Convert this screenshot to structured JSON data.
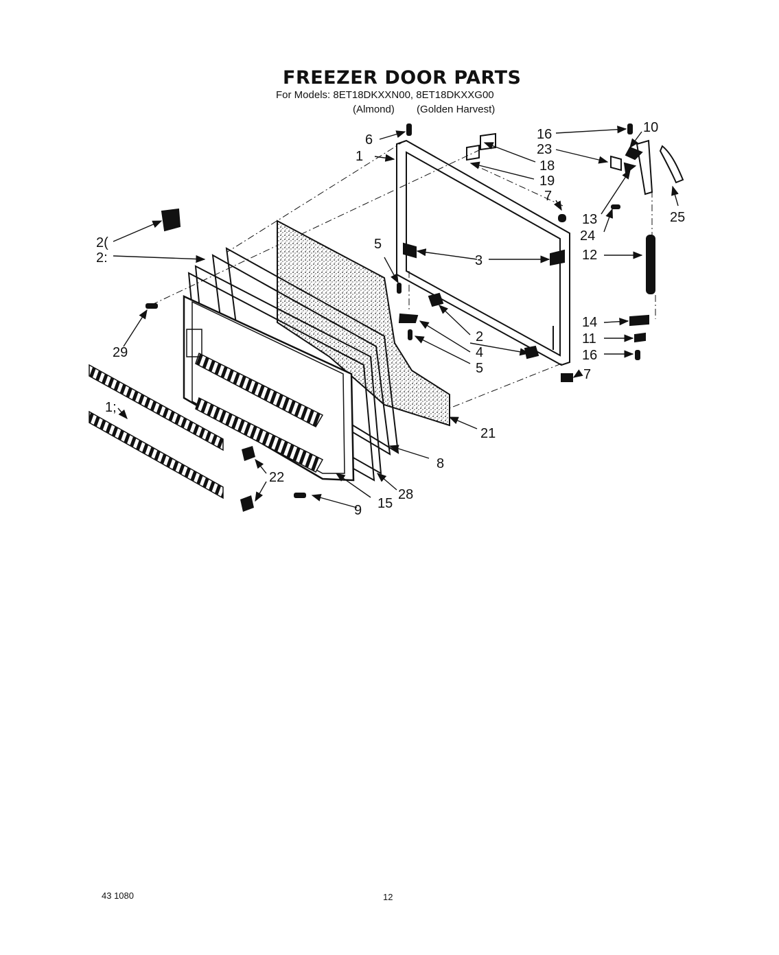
{
  "header": {
    "title": "FREEZER DOOR PARTS",
    "models_line": "For Models: 8ET18DKXXN00, 8ET18DKXXG00",
    "variants": [
      "(Almond)",
      "(Golden Harvest)"
    ]
  },
  "callouts": {
    "c1": "1",
    "c2": "2",
    "c3": "3",
    "c4": "4",
    "c5a": "5",
    "c5b": "5",
    "c6": "6",
    "c7a": "7",
    "c7b": "7",
    "c8": "8",
    "c9": "9",
    "c10": "10",
    "c11": "11",
    "c12": "12",
    "c13": "13",
    "c14": "14",
    "c15": "15",
    "c16a": "16",
    "c16b": "16",
    "c17": "1;",
    "c18": "18",
    "c19": "19",
    "c20": "2(",
    "c21": "21",
    "c22": "22",
    "c23": "23",
    "c24": "24",
    "c25": "25",
    "c27": "2:",
    "c28": "28",
    "c29": "29"
  },
  "footer": {
    "code": "43  1080",
    "page": "12"
  }
}
